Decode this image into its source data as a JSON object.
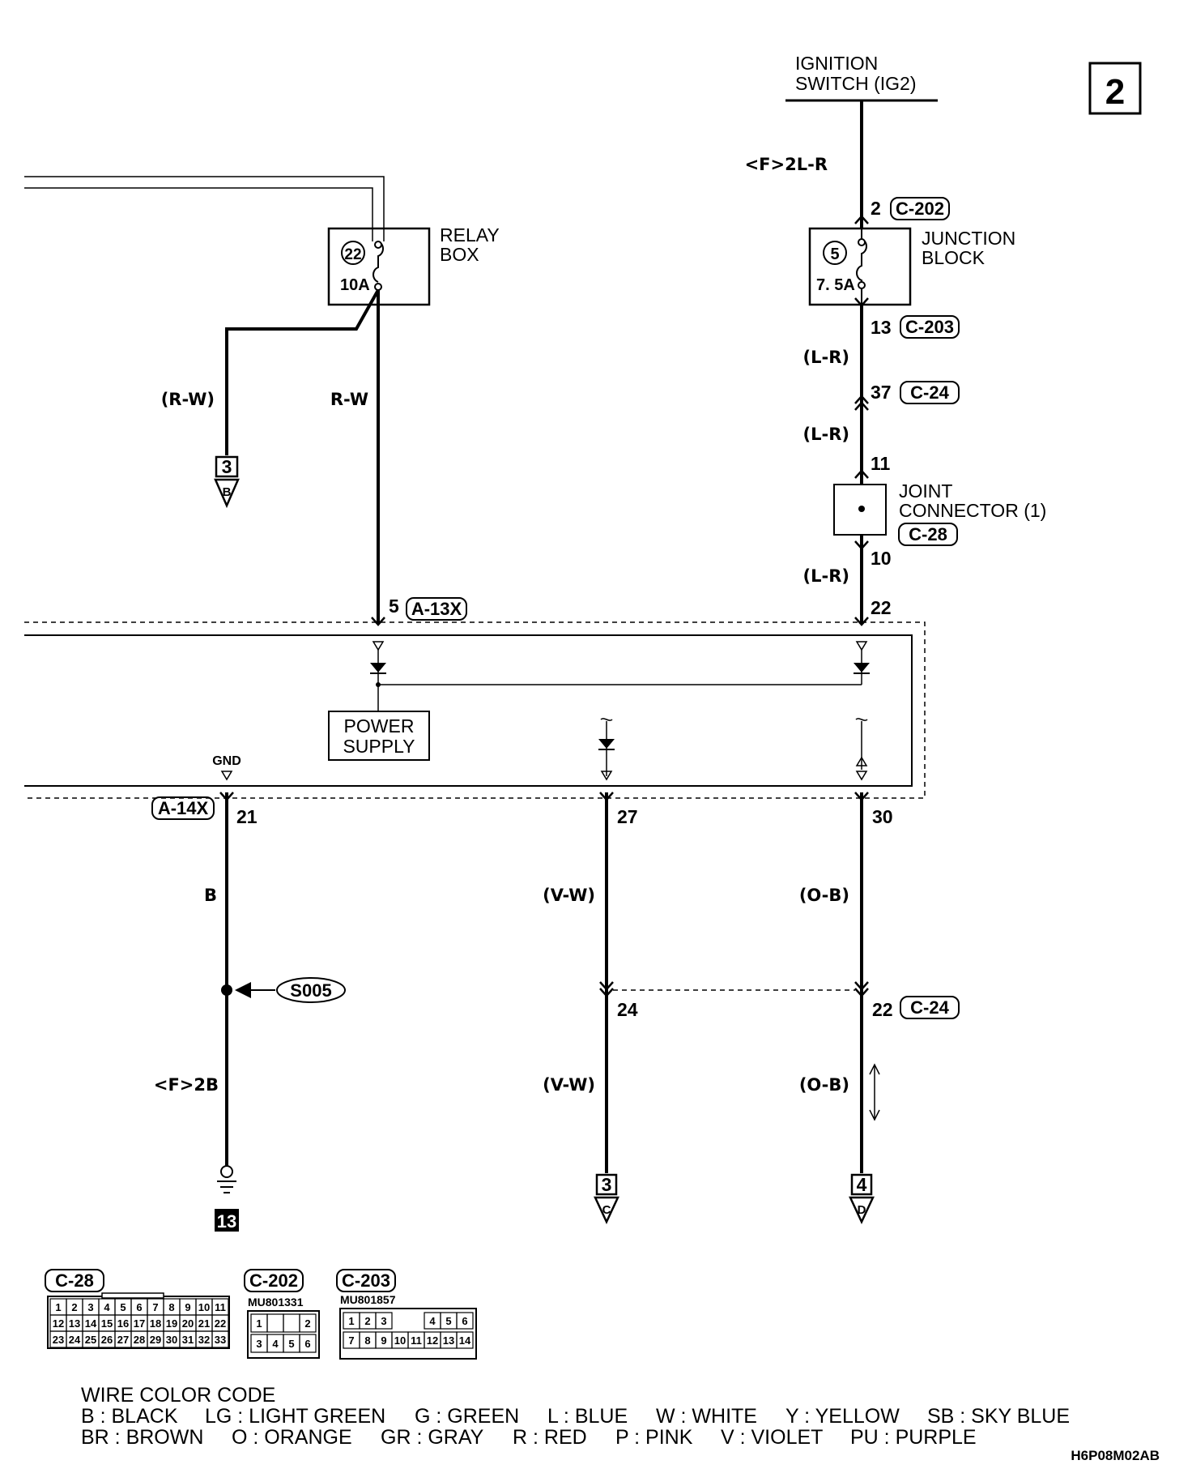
{
  "page_number": "2",
  "diagram_code": "H6P08M02AB",
  "sources": {
    "ignition_label_1": "IGNITION",
    "ignition_label_2": "SWITCH (IG2)"
  },
  "relay_box": {
    "line1": "RELAY",
    "line2": "BOX",
    "fuse_no": "22",
    "fuse_rating": "10A"
  },
  "junction_block": {
    "line1": "JUNCTION",
    "line2": "BLOCK",
    "fuse_no": "5",
    "fuse_rating": "7. 5A"
  },
  "joint_connector": {
    "line1": "JOINT",
    "line2": "CONNECTOR (1)",
    "connector": "C-28"
  },
  "power_supply": {
    "line1": "POWER",
    "line2": "SUPPLY"
  },
  "gnd_label": "GND",
  "wires": {
    "ign_wire": "<F>2L-R",
    "lr_1": "(L-R)",
    "lr_2": "(L-R)",
    "lr_3": "(L-R)",
    "rw_paren": "(R-W)",
    "rw": "R-W",
    "b": "B",
    "f2b": "<F>2B",
    "vw_1": "(V-W)",
    "vw_2": "(V-W)",
    "ob_1": "(O-B)",
    "ob_2": "(O-B)"
  },
  "pins": {
    "p2": "2",
    "p13": "13",
    "p37": "37",
    "p11": "11",
    "p10": "10",
    "p22_top": "22",
    "p5": "5",
    "p21": "21",
    "p27": "27",
    "p30": "30",
    "p24": "24",
    "p22_bot": "22"
  },
  "connectors": {
    "c202": "C-202",
    "c203": "C-203",
    "c24_a": "C-24",
    "c24_b": "C-24",
    "a13x": "A-13X",
    "a14x": "A-14X"
  },
  "splice": "S005",
  "references": {
    "ref_b_num": "3",
    "ref_b_letter": "B",
    "ref_c_num": "3",
    "ref_c_letter": "C",
    "ref_d_num": "4",
    "ref_d_letter": "D",
    "ground_num": "13"
  },
  "connector_views": {
    "c28": {
      "label": "C-28",
      "rows": [
        [
          "1",
          "2",
          "3",
          "4",
          "5",
          "6",
          "7",
          "8",
          "9",
          "10",
          "11"
        ],
        [
          "12",
          "13",
          "14",
          "15",
          "16",
          "17",
          "18",
          "19",
          "20",
          "21",
          "22"
        ],
        [
          "23",
          "24",
          "25",
          "26",
          "27",
          "28",
          "29",
          "30",
          "31",
          "32",
          "33"
        ]
      ]
    },
    "c202": {
      "label": "C-202",
      "part": "MU801331",
      "rows": [
        [
          "1",
          "",
          "",
          "2"
        ],
        [
          "3",
          "4",
          "5",
          "6"
        ]
      ]
    },
    "c203": {
      "label": "C-203",
      "part": "MU801857",
      "row1_left": [
        "1",
        "2",
        "3"
      ],
      "row1_right": [
        "4",
        "5",
        "6"
      ],
      "row2": [
        "7",
        "8",
        "9",
        "10",
        "11",
        "12",
        "13",
        "14"
      ]
    }
  },
  "wire_color_code": {
    "title": "WIRE COLOR CODE",
    "line1": [
      "B : BLACK",
      "LG : LIGHT GREEN",
      "G : GREEN",
      "L : BLUE",
      "W : WHITE",
      "Y : YELLOW",
      "SB : SKY BLUE"
    ],
    "line2": [
      "BR : BROWN",
      "O : ORANGE",
      "GR : GRAY",
      "R : RED",
      "P : PINK",
      "V : VIOLET",
      "PU : PURPLE"
    ]
  }
}
